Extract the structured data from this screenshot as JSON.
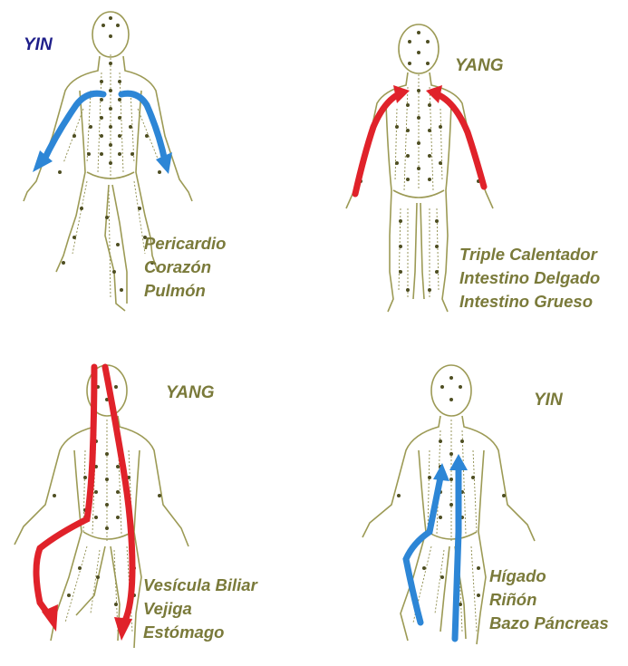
{
  "panels": [
    {
      "label": "YIN",
      "organs": [
        "Pericardio",
        "Corazón",
        "Pulmón"
      ]
    },
    {
      "label": "YANG",
      "organs": [
        "Triple Calentador",
        "Intestino Delgado",
        "Intestino Grueso"
      ]
    },
    {
      "label": "YANG",
      "organs": [
        "Vesícula Biliar",
        "Vejiga",
        "Estómago"
      ]
    },
    {
      "label": "YIN",
      "organs": [
        "Hígado",
        "Riñón",
        "Bazo Páncreas"
      ]
    }
  ],
  "colors": {
    "body_outline": "#9c9a55",
    "acupoint": "#4e4e22",
    "meridian_line": "#8d8c4c",
    "yin_arrow": "#2d86d6",
    "yang_arrow": "#e0222a",
    "text": "#7a7a3a",
    "yin_title_blue": "#1f1f8a"
  }
}
